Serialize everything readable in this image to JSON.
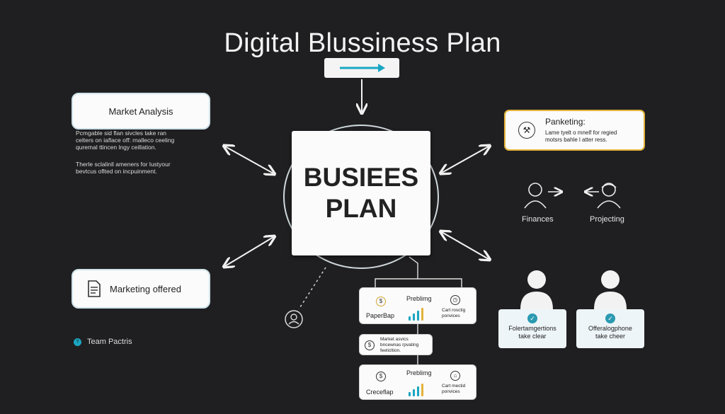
{
  "title": "Digital Blussiness Plan",
  "center": {
    "line1": "BUSIEES",
    "line2": "PLAN"
  },
  "market_analysis": {
    "label": "Market Analysis",
    "text1": "Pcmgable sid flan sivcles take ran\ncelters on iaflace off: rnalleco ceeling\nquremal ttincen lngy ceillation.",
    "text2": "Therle sclalinll ameners for lustyour\nbevtcus oflted on incpuinment."
  },
  "marketing_offered": {
    "label": "Marketing offered",
    "icon": "document-icon"
  },
  "team": {
    "badge": "?",
    "label": "Team Pactris"
  },
  "panketing": {
    "title": "Panketing:",
    "subtitle": "Lame tyelt o mnelf for regied\nmotsrs bahle l atter ress.",
    "icon": "tool-icon"
  },
  "finances_label": "Finances",
  "projecting_label": "Projecting",
  "persons": [
    {
      "text": "Folertamgertions\ntake clear",
      "icon": "check-icon"
    },
    {
      "text": "Offeralogphone\ntake cheer",
      "icon": "check-icon"
    }
  ],
  "flow": {
    "card1": {
      "label": "PaperBap",
      "heading": "Preblimg",
      "note": "Cart rosctig\nponvices"
    },
    "card2": {
      "text": "Market asvics\nbncewnas rpvating\nfeelicltion."
    },
    "card3": {
      "label": "Creceflap",
      "heading": "Preblimg",
      "note": "Cart mectid\nponvices"
    }
  },
  "colors": {
    "background": "#1f1f21",
    "accent_teal": "#1aa6c2",
    "accent_gold": "#e3b33c"
  }
}
